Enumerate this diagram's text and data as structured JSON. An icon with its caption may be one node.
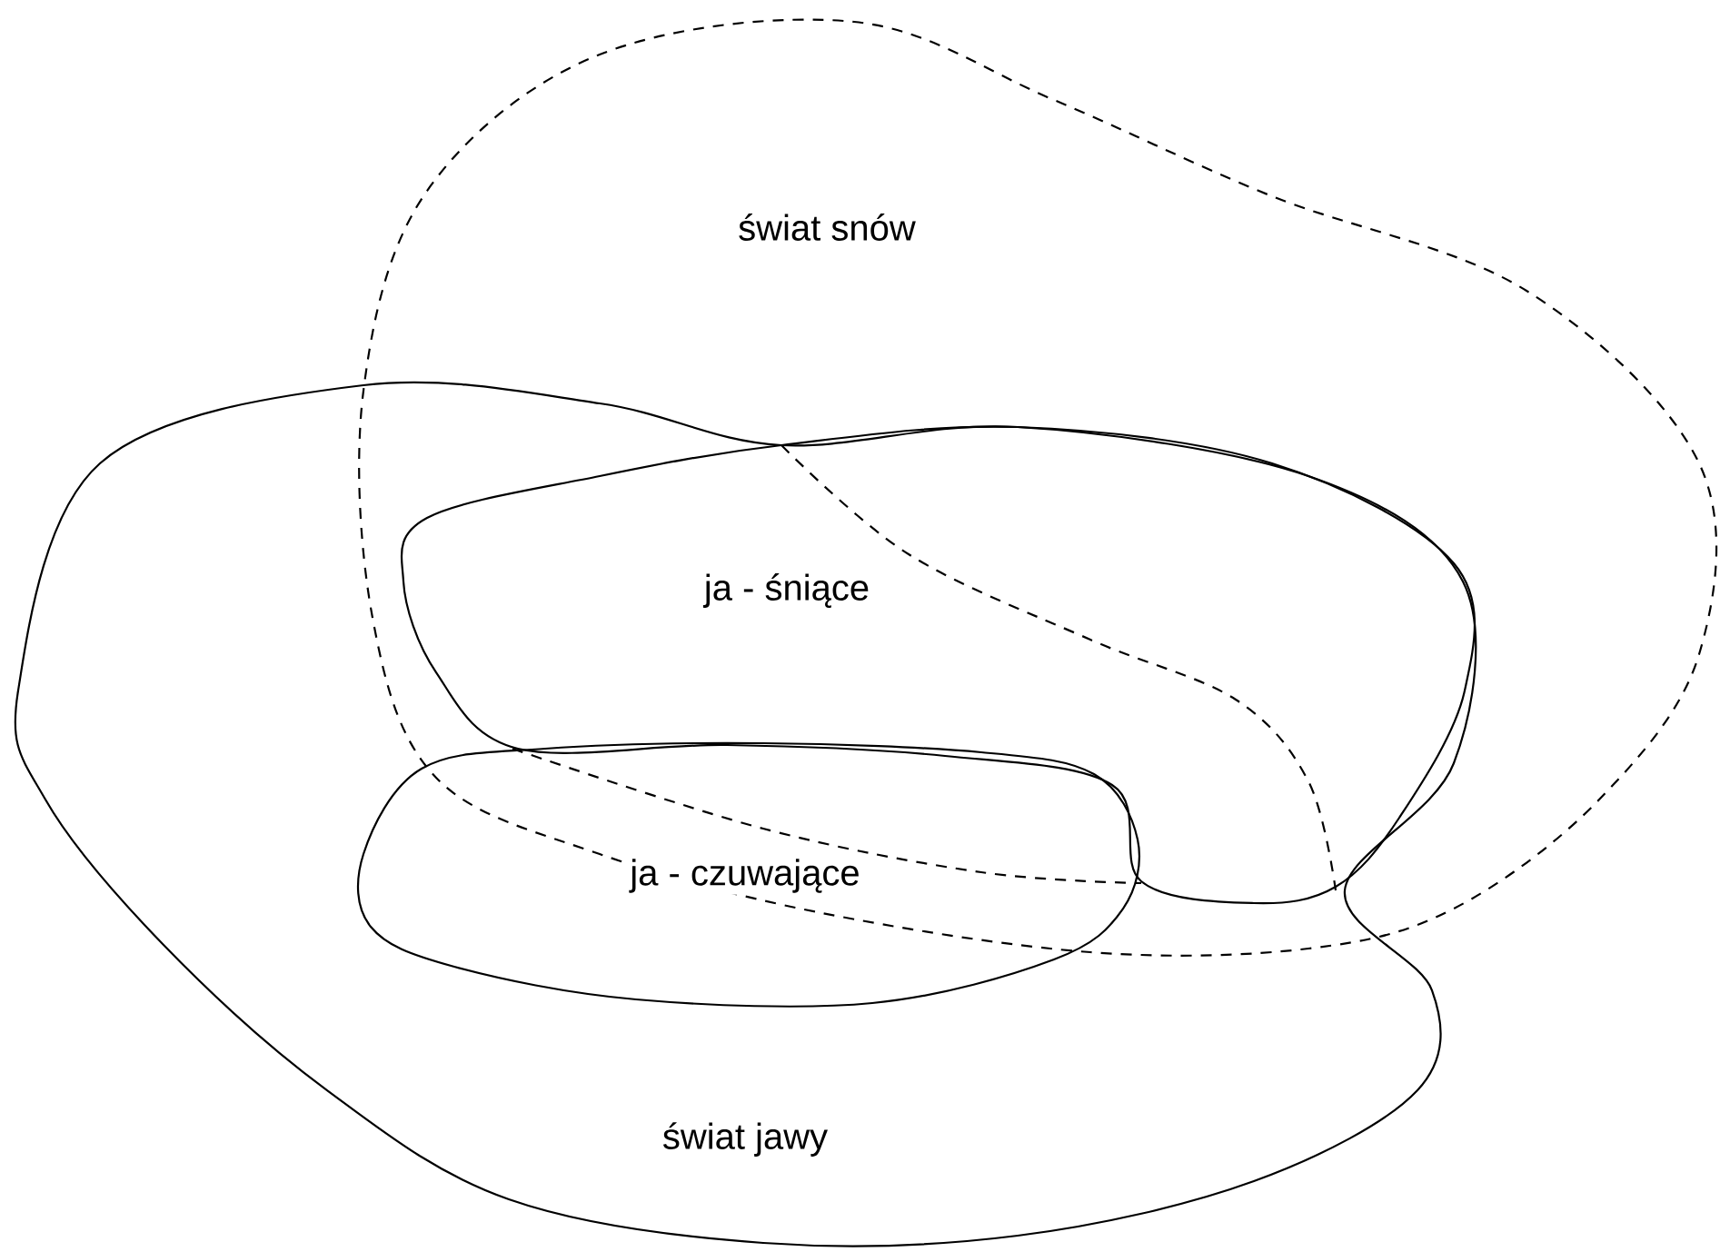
{
  "diagram": {
    "nodes": [
      {
        "text": [
          "świat snów"
        ]
      },
      {
        "text": [
          "ja - śniące"
        ]
      },
      {
        "text": [
          "ja - czuwające"
        ],
        "in": 3
      },
      {
        "text": [
          "świat jawy"
        ]
      }
    ]
  }
}
